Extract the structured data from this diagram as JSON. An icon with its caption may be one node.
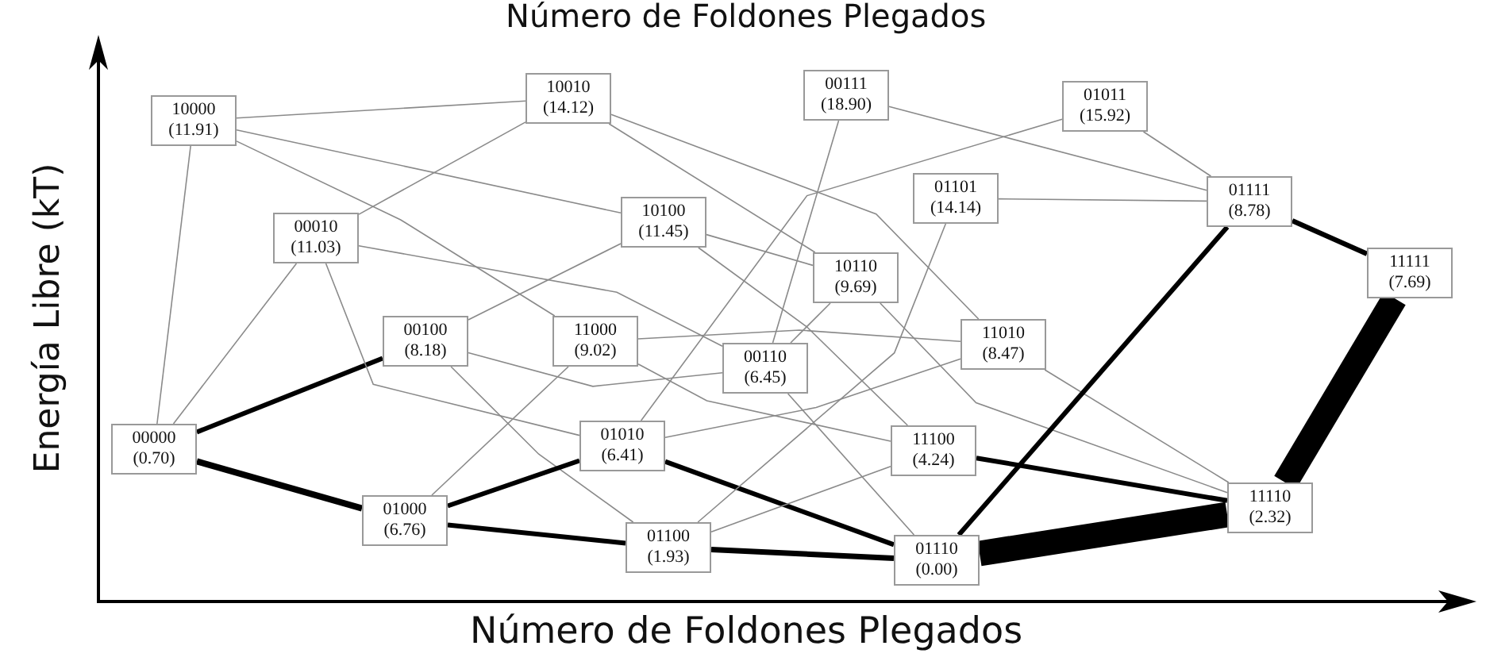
{
  "diagram": {
    "nodes": [
      {
        "text": [
          "00000",
          "(0.70)"
        ]
      },
      {
        "text": [
          "10000",
          "(11.91)"
        ]
      },
      {
        "text": [
          "00010",
          "(11.03)"
        ]
      },
      {
        "text": [
          "00100",
          "(8.18)"
        ]
      },
      {
        "text": [
          "01000",
          "(6.76)"
        ]
      },
      {
        "text": [
          "10010",
          "(14.12)"
        ]
      },
      {
        "text": [
          "10100",
          "(11.45)"
        ]
      },
      {
        "text": [
          "11000",
          "(9.02)"
        ]
      },
      {
        "text": [
          "01010",
          "(6.41)"
        ]
      },
      {
        "text": [
          "01100",
          "(1.93)"
        ]
      },
      {
        "text": [
          "00111",
          "(18.90)"
        ]
      },
      {
        "text": [
          "01101",
          "(14.14)"
        ]
      },
      {
        "text": [
          "10110",
          "(9.69)"
        ]
      },
      {
        "text": [
          "00110",
          "(6.45)"
        ]
      },
      {
        "text": [
          "01011",
          "(15.92)"
        ]
      },
      {
        "text": [
          "11010",
          "(8.47)"
        ]
      },
      {
        "text": [
          "11100",
          "(4.24)"
        ]
      },
      {
        "text": [
          "01110",
          "(0.00)"
        ]
      },
      {
        "text": [
          "01111",
          "(8.78)"
        ]
      },
      {
        "text": [
          "11110",
          "(2.32)"
        ]
      },
      {
        "text": [
          "11111",
          "(7.69)"
        ]
      }
    ],
    "edges": [
      {
        "from": 0,
        "to": 1,
        "arrow": "none"
      },
      {
        "from": 0,
        "to": 2,
        "arrow": "none"
      },
      {
        "from": 0,
        "to": 3,
        "arrow": "none",
        "style": "thick",
        "color": "#000000"
      },
      {
        "from": 0,
        "to": 4,
        "arrow": "none",
        "style": "thick",
        "color": "#000000"
      },
      {
        "from": 1,
        "to": 5,
        "arrow": "none"
      },
      {
        "from": 1,
        "to": 6,
        "arrow": "none"
      },
      {
        "from": 1,
        "to": 7,
        "arrow": "none"
      },
      {
        "from": 2,
        "to": 5,
        "arrow": "none"
      },
      {
        "from": 2,
        "to": 8,
        "arrow": "none"
      },
      {
        "from": 2,
        "to": 13,
        "arrow": "none"
      },
      {
        "from": 3,
        "to": 6,
        "arrow": "none"
      },
      {
        "from": 3,
        "to": 9,
        "arrow": "none"
      },
      {
        "from": 3,
        "to": 13,
        "arrow": "none"
      },
      {
        "from": 4,
        "to": 7,
        "arrow": "none"
      },
      {
        "from": 4,
        "to": 8,
        "arrow": "none",
        "style": "thick",
        "color": "#000000"
      },
      {
        "from": 4,
        "to": 9,
        "arrow": "none",
        "style": "thick",
        "color": "#000000"
      },
      {
        "from": 5,
        "to": 12,
        "arrow": "none"
      },
      {
        "from": 5,
        "to": 15,
        "arrow": "none"
      },
      {
        "from": 6,
        "to": 12,
        "arrow": "none"
      },
      {
        "from": 6,
        "to": 16,
        "arrow": "none"
      },
      {
        "from": 7,
        "to": 15,
        "arrow": "none"
      },
      {
        "from": 7,
        "to": 16,
        "arrow": "none"
      },
      {
        "from": 8,
        "to": 14,
        "arrow": "none"
      },
      {
        "from": 8,
        "to": 15,
        "arrow": "none"
      },
      {
        "from": 8,
        "to": 17,
        "arrow": "none",
        "style": "thick",
        "color": "#000000"
      },
      {
        "from": 9,
        "to": 11,
        "arrow": "none"
      },
      {
        "from": 9,
        "to": 16,
        "arrow": "none"
      },
      {
        "from": 9,
        "to": 17,
        "arrow": "none",
        "style": "thick",
        "color": "#000000"
      },
      {
        "from": 13,
        "to": 10,
        "arrow": "none"
      },
      {
        "from": 13,
        "to": 17,
        "arrow": "none"
      },
      {
        "from": 13,
        "to": 12,
        "arrow": "none"
      },
      {
        "from": 10,
        "to": 18,
        "arrow": "none"
      },
      {
        "from": 14,
        "to": 18,
        "arrow": "none"
      },
      {
        "from": 11,
        "to": 18,
        "arrow": "none"
      },
      {
        "from": 12,
        "to": 19,
        "arrow": "none"
      },
      {
        "from": 15,
        "to": 19,
        "arrow": "none"
      },
      {
        "from": 16,
        "to": 19,
        "arrow": "none",
        "style": "thick",
        "color": "#000000"
      },
      {
        "from": 17,
        "to": 18,
        "arrow": "none",
        "style": "thick",
        "color": "#000000"
      },
      {
        "from": 17,
        "to": 19,
        "arrow": "none",
        "style": "thick",
        "color": "#000000"
      },
      {
        "from": 18,
        "to": 20,
        "arrow": "none",
        "style": "thick",
        "color": "#000000"
      },
      {
        "from": 19,
        "to": 20,
        "arrow": "none",
        "style": "thick",
        "color": "#000000"
      }
    ],
    "labels": [
      "Número de Foldones Plegados",
      "Energía Libre (kT)",
      "Número de Foldones Plegados"
    ]
  }
}
